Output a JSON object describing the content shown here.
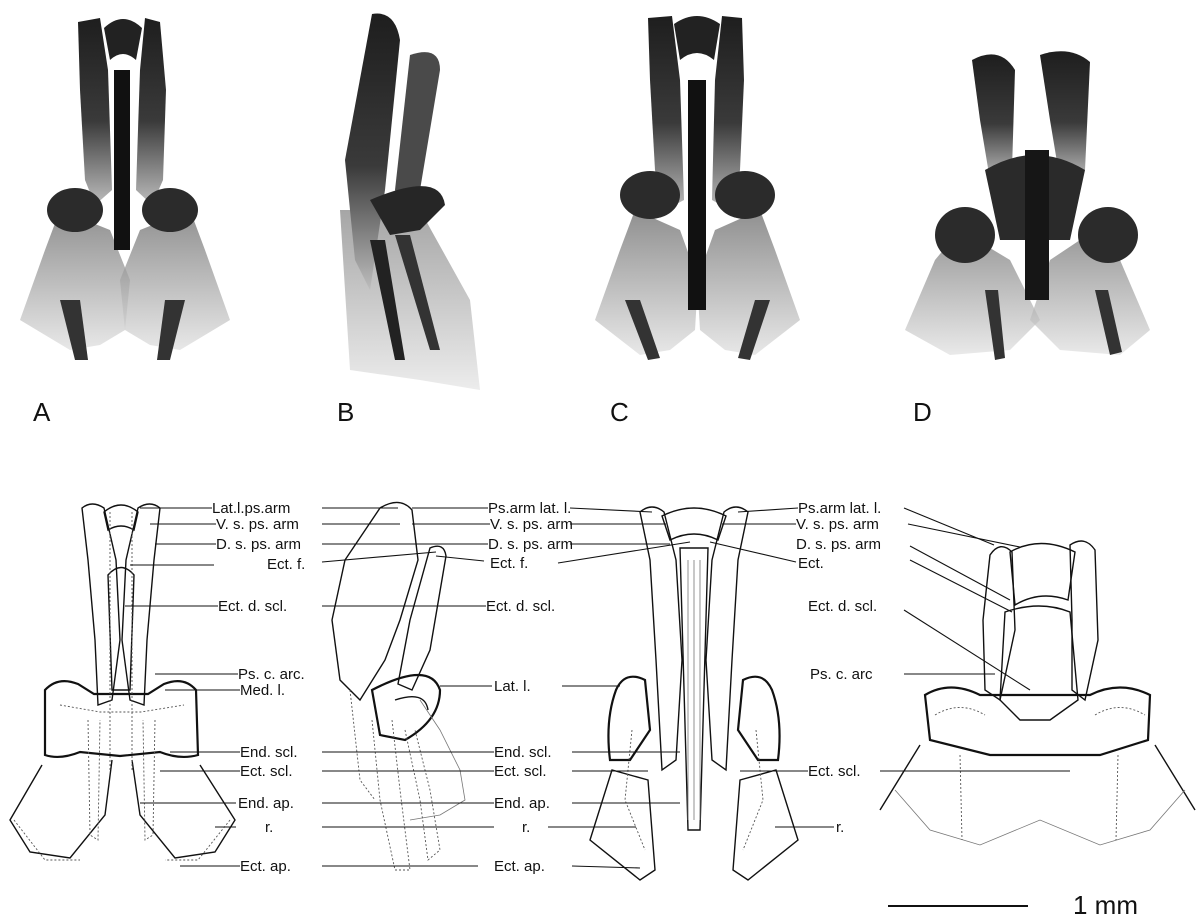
{
  "photo_panels": [
    {
      "letter": "A"
    },
    {
      "letter": "B"
    },
    {
      "letter": "C"
    },
    {
      "letter": "D"
    }
  ],
  "drawing_A": {
    "labels": [
      "Lat.l.ps.arm",
      "V. s. ps. arm",
      "D. s. ps. arm",
      "Ect. f.",
      "Ect. d. scl.",
      "Ps. c. arc.",
      "Med. l.",
      "End. scl.",
      "Ect. scl.",
      "End. ap.",
      "r.",
      "Ect. ap."
    ]
  },
  "drawing_C": {
    "labels": [
      "Ps.arm lat. l.",
      "V. s. ps. arm",
      "D. s. ps. arm",
      "Ect. f.",
      "Ect. d. scl.",
      "Lat. l.",
      "End. scl.",
      "Ect. scl.",
      "End. ap.",
      "r.",
      "Ect. ap."
    ]
  },
  "drawing_D": {
    "labels": [
      "Ps.arm lat. l.",
      "V. s. ps. arm",
      "D. s. ps. arm",
      "Ect.",
      "Ect. d. scl.",
      "Ps. c. arc",
      "Ect. scl.",
      "r."
    ]
  },
  "scale_bar": {
    "label": "1 mm"
  },
  "colors": {
    "ink": "#111111",
    "background": "#ffffff",
    "photo_tone": "#2a2a2a"
  }
}
